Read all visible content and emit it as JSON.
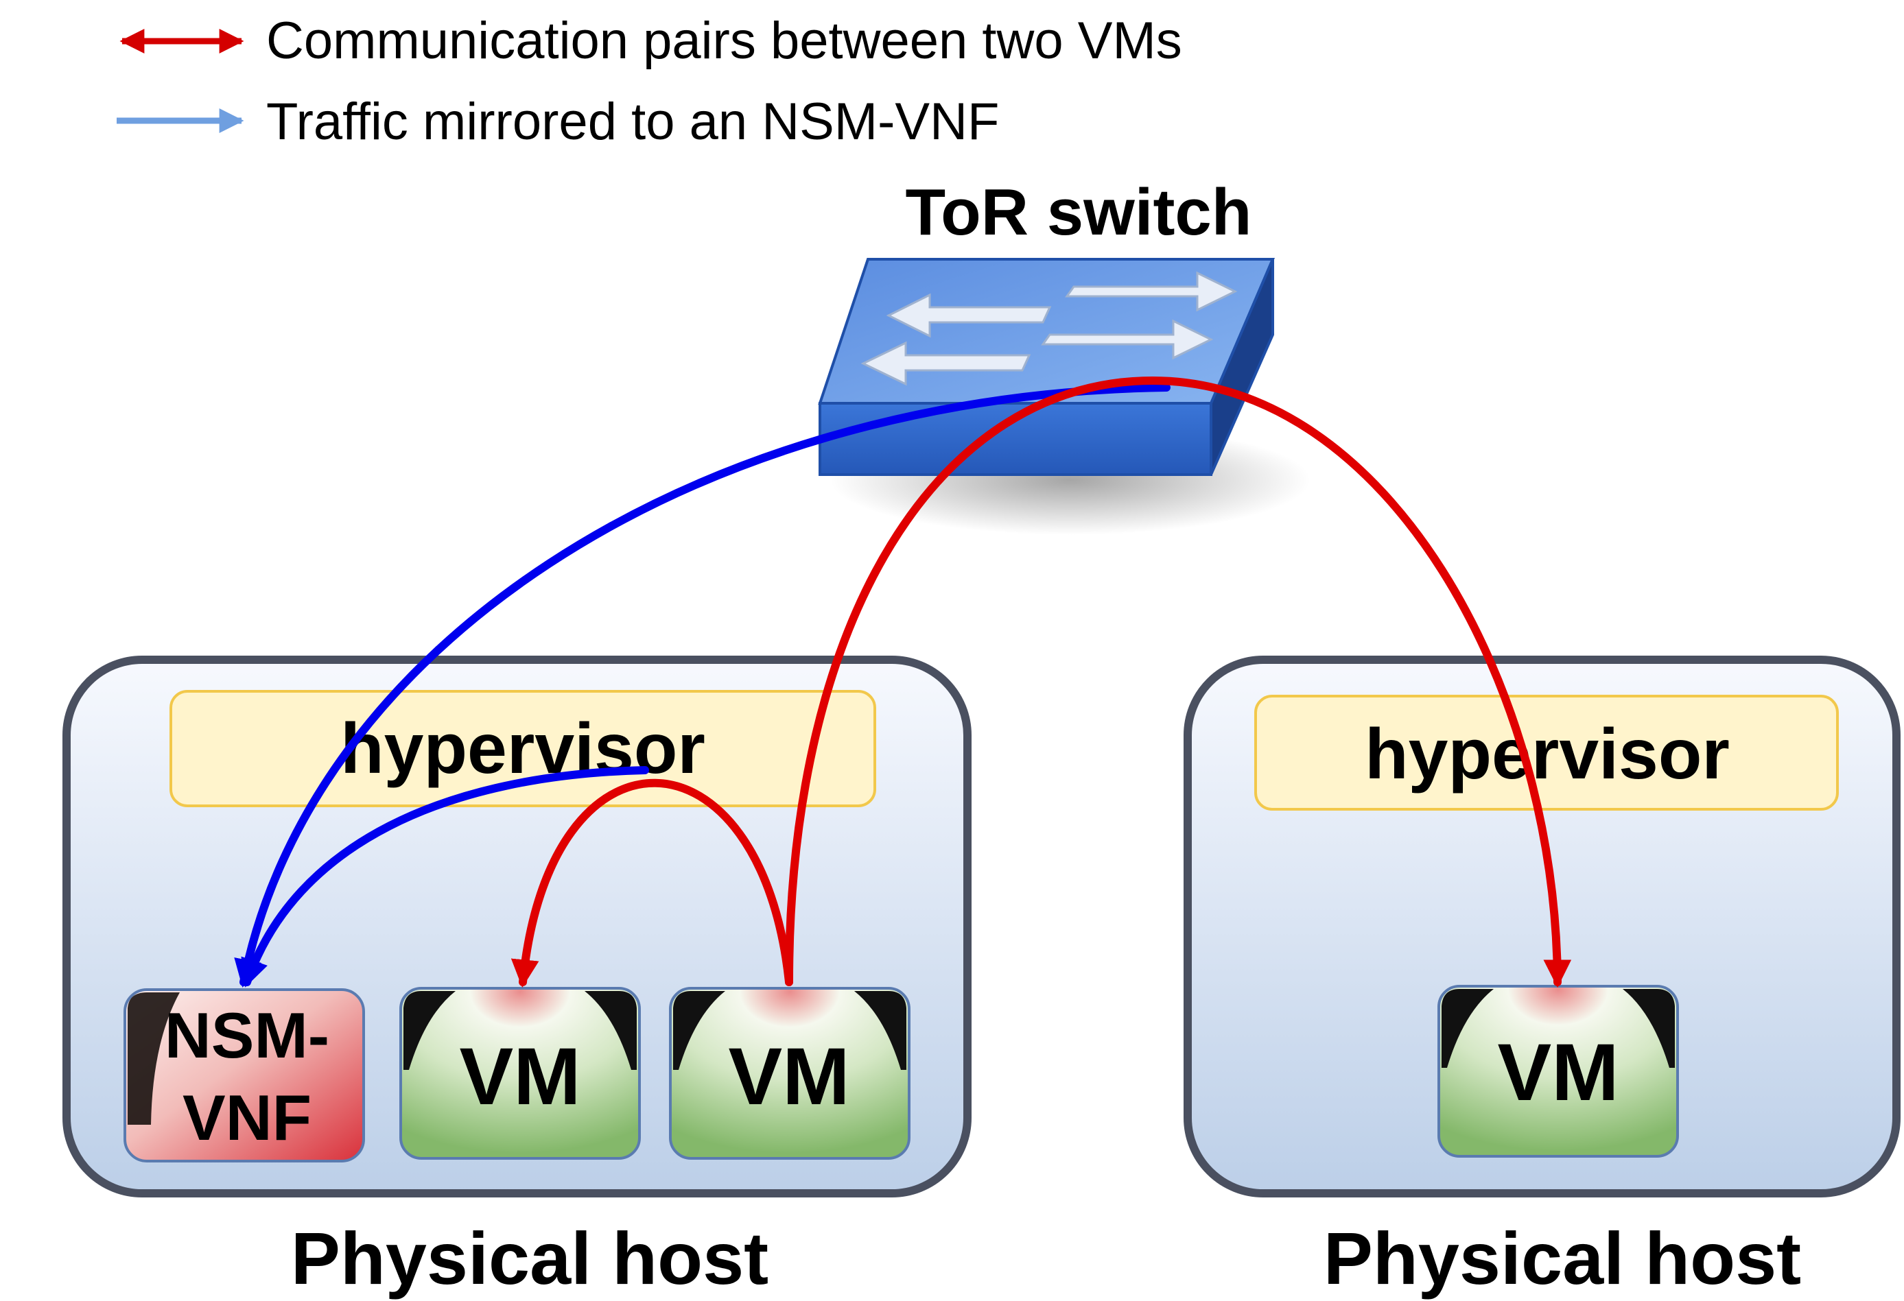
{
  "legend": {
    "items": [
      {
        "label": "Communication pairs between two VMs",
        "color": "#d40000",
        "style": "double-arrow"
      },
      {
        "label": "Traffic mirrored to an NSM-VNF",
        "color": "#6f9fe0",
        "style": "single-arrow"
      }
    ]
  },
  "switch": {
    "label": "ToR switch",
    "icon": "network-switch-icon"
  },
  "hosts": [
    {
      "caption": "Physical host",
      "hypervisor": "hypervisor",
      "nodes": [
        {
          "line1": "NSM-",
          "line2": "VNF",
          "kind": "nsm-vnf"
        },
        {
          "line1": "VM",
          "kind": "vm"
        },
        {
          "line1": "VM",
          "kind": "vm"
        }
      ]
    },
    {
      "caption": "Physical host",
      "hypervisor": "hypervisor",
      "nodes": [
        {
          "line1": "VM",
          "kind": "vm"
        }
      ]
    }
  ],
  "colors": {
    "communication": "#e00000",
    "mirror": "#0000ee",
    "host_border": "#4a5060",
    "hypervisor_fill": "#fff4cc",
    "hypervisor_border": "#f2c84b",
    "switch_top": "#6f9fe0",
    "switch_front": "#2e62c4"
  }
}
